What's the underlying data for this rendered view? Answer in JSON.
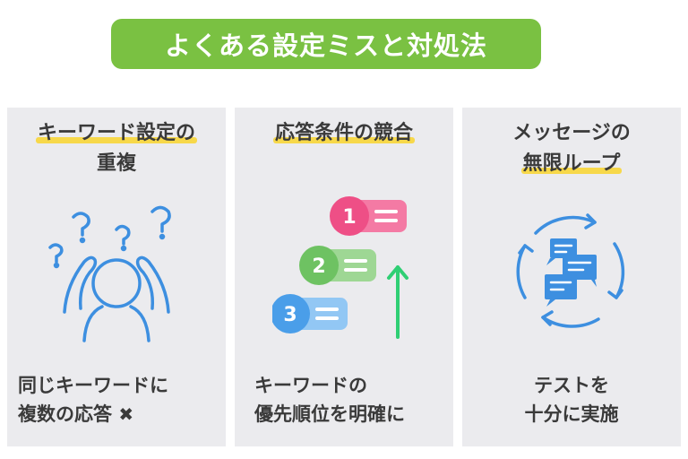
{
  "title": "よくある設定ミスと対処法",
  "colors": {
    "title_bg": "#7ac142",
    "card_bg": "#ebebee",
    "highlight": "#f7d84a",
    "icon_blue": "#3d8fe0",
    "badge_pink": "#ee4f86",
    "badge_green": "#6ec262",
    "badge_blue": "#4a9ee9",
    "arrow_green": "#2fcf74"
  },
  "cards": [
    {
      "heading_lines": [
        "キーワード設定の",
        "重複"
      ],
      "icon": "confused-person-icon",
      "body_lines": [
        "同じキーワードに",
        "複数の応答"
      ],
      "cross_icon": "cross-icon"
    },
    {
      "heading_lines": [
        "応答条件の競合"
      ],
      "icon": "priority-order-icon",
      "badges": [
        "1",
        "2",
        "3"
      ],
      "arrow_icon": "up-arrow-icon",
      "body_lines": [
        "キーワードの",
        "優先順位を明確に"
      ]
    },
    {
      "heading_lines": [
        "メッセージの",
        "無限ループ"
      ],
      "icon": "chat-loop-icon",
      "body_lines": [
        "テストを",
        "十分に実施"
      ]
    }
  ]
}
